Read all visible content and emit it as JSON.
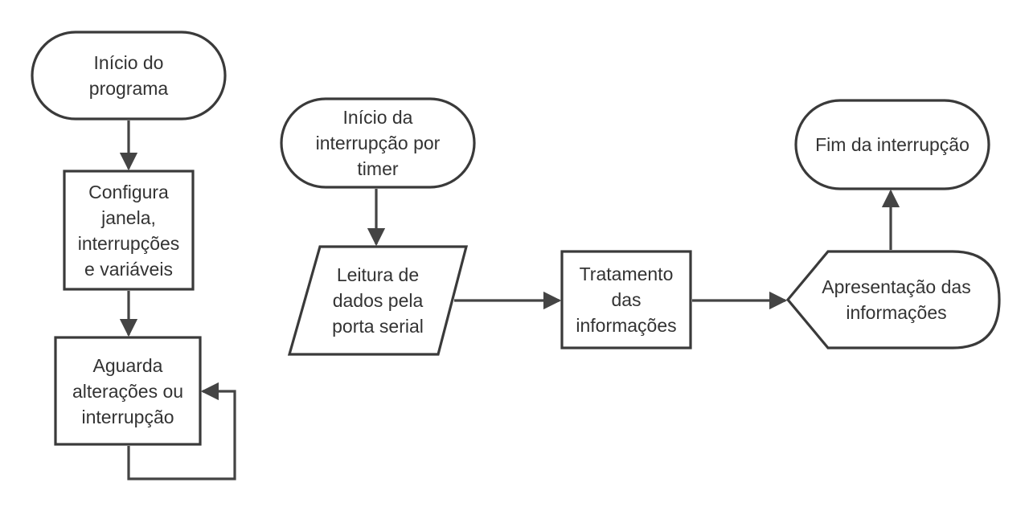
{
  "nodes": {
    "inicio_programa": {
      "lines": [
        "Início do",
        "programa"
      ]
    },
    "configura": {
      "lines": [
        "Configura",
        "janela,",
        "interrupções",
        "e variáveis"
      ]
    },
    "aguarda": {
      "lines": [
        "Aguarda",
        "alterações ou",
        "interrupção"
      ]
    },
    "inicio_interrupcao": {
      "lines": [
        "Início da",
        "interrupção por",
        "timer"
      ]
    },
    "leitura": {
      "lines": [
        "Leitura de",
        "dados pela",
        "porta serial"
      ]
    },
    "tratamento": {
      "lines": [
        "Tratamento",
        "das",
        "informações"
      ]
    },
    "apresentacao": {
      "lines": [
        "Apresentação das",
        "informações"
      ]
    },
    "fim": {
      "lines": [
        "Fim da interrupção"
      ]
    }
  },
  "colors": {
    "stroke": "#3a3a3a",
    "text": "#333333",
    "background": "#ffffff"
  }
}
